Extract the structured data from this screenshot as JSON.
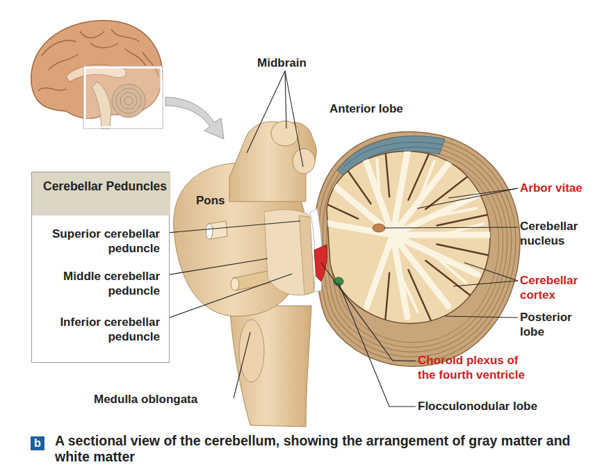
{
  "diagram": {
    "caption": "A sectional view of the cerebellum, showing the arrangement of gray matter and white matter",
    "nodes": [
      {
        "text": [
          "Cerebellar Peduncles",
          "Superior cerebellar peduncle",
          "Middle cerebellar peduncle",
          "Inferior cerebellar peduncle"
        ]
      }
    ],
    "labels": [
      "Midbrain",
      "Anterior lobe",
      "Pons",
      "Arbor vitae",
      "Cerebellar nucleus",
      "Cerebellar cortex",
      "Posterior lobe",
      "Choroid plexus of the fourth ventricle",
      "Flocculonodular lobe",
      "Medulla oblongata",
      "b"
    ]
  }
}
